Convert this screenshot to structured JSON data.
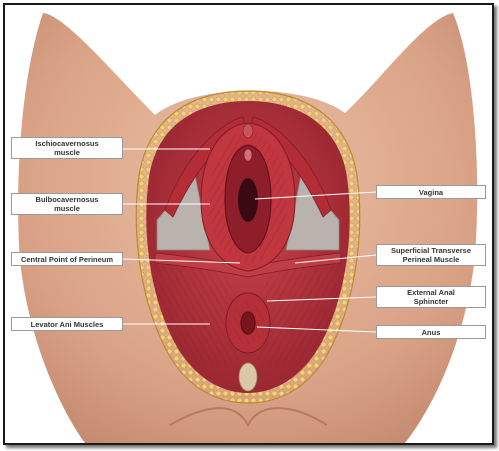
{
  "labels": {
    "ischiocavernosus": "Ischiocavernosus\nmuscle",
    "bulbocavernosus": "Bulbocavernosus\nmuscle",
    "central_point": "Central Point of Perineum",
    "levator_ani": "Levator Ani Muscles",
    "vagina": "Vagina",
    "superficial_transverse": "Superficial Transverse\nPerineal Muscle",
    "external_anal_sphincter": "External Anal\nSphincter",
    "anus": "Anus"
  },
  "colors": {
    "skin": "#dca88c",
    "muscle": "#b8323a",
    "fat": "#e9c26a",
    "membrane": "#b9b2ad"
  }
}
